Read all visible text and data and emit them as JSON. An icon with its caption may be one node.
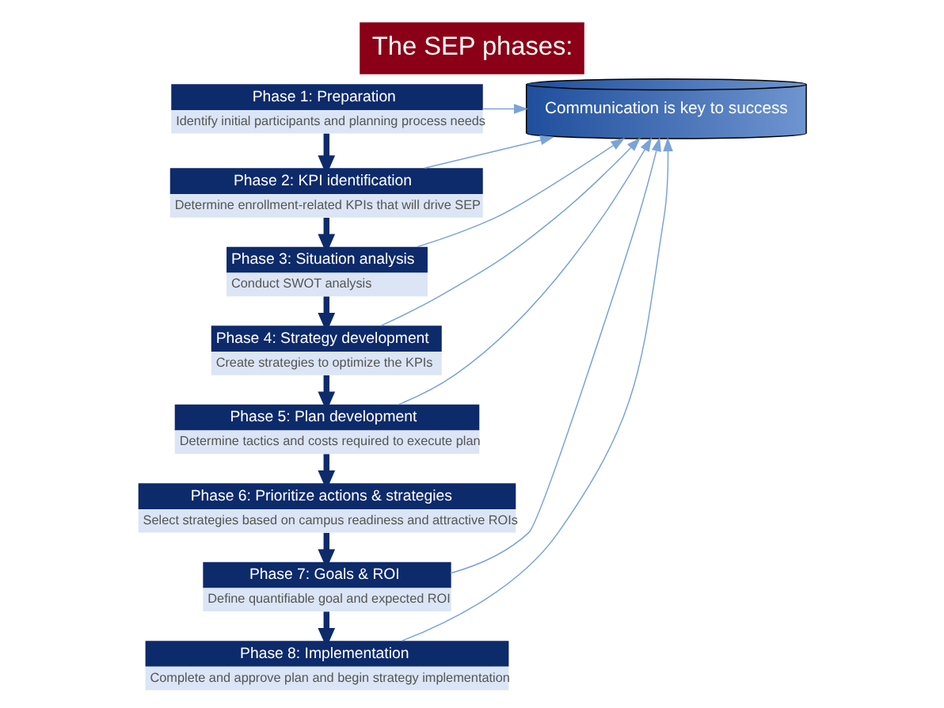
{
  "diagram": {
    "title": "The SEP phases:",
    "nodes": [
      {
        "text": [
          "Phase 1: Preparation",
          "Identify initial participants and planning process needs"
        ]
      },
      {
        "text": [
          "Phase 2: KPI identification",
          "Determine enrollment-related KPIs that will drive SEP"
        ]
      },
      {
        "text": [
          "Phase 3: Situation analysis",
          "Conduct SWOT analysis"
        ]
      },
      {
        "text": [
          "Phase 4: Strategy development",
          "Create strategies to optimize the KPIs"
        ]
      },
      {
        "text": [
          "Phase 5: Plan development",
          "Determine tactics and costs required to execute plan"
        ]
      },
      {
        "text": [
          "Phase 6: Prioritize actions & strategies",
          "Select strategies based on campus readiness and attractive ROIs"
        ]
      },
      {
        "text": [
          "Phase 7: Goals & ROI",
          "Define quantifiable goal and expected ROI"
        ]
      },
      {
        "text": [
          "Phase 8: Implementation",
          "Complete and approve plan and begin strategy implementation"
        ]
      },
      {
        "text": [
          "Communication is key to success"
        ]
      }
    ],
    "edges": [
      {
        "from": 0,
        "to": 1,
        "arrow": "to",
        "style": "thick"
      },
      {
        "from": 1,
        "to": 2,
        "arrow": "to",
        "style": "thick"
      },
      {
        "from": 2,
        "to": 3,
        "arrow": "to",
        "style": "thick"
      },
      {
        "from": 3,
        "to": 4,
        "arrow": "to",
        "style": "thick"
      },
      {
        "from": 4,
        "to": 5,
        "arrow": "to",
        "style": "thick"
      },
      {
        "from": 5,
        "to": 6,
        "arrow": "to",
        "style": "thick"
      },
      {
        "from": 6,
        "to": 7,
        "arrow": "to",
        "style": "thick"
      },
      {
        "from": 0,
        "to": 8,
        "arrow": "to",
        "color": "#7ba3d8"
      },
      {
        "from": 1,
        "to": 8,
        "arrow": "to",
        "color": "#7ba3d8"
      },
      {
        "from": 2,
        "to": 8,
        "arrow": "to",
        "color": "#7ba3d8"
      },
      {
        "from": 3,
        "to": 8,
        "arrow": "to",
        "color": "#7ba3d8"
      },
      {
        "from": 4,
        "to": 8,
        "arrow": "to",
        "color": "#7ba3d8"
      },
      {
        "from": 6,
        "to": 8,
        "arrow": "to",
        "color": "#7ba3d8"
      },
      {
        "from": 7,
        "to": 8,
        "arrow": "to",
        "color": "#7ba3d8"
      }
    ]
  }
}
